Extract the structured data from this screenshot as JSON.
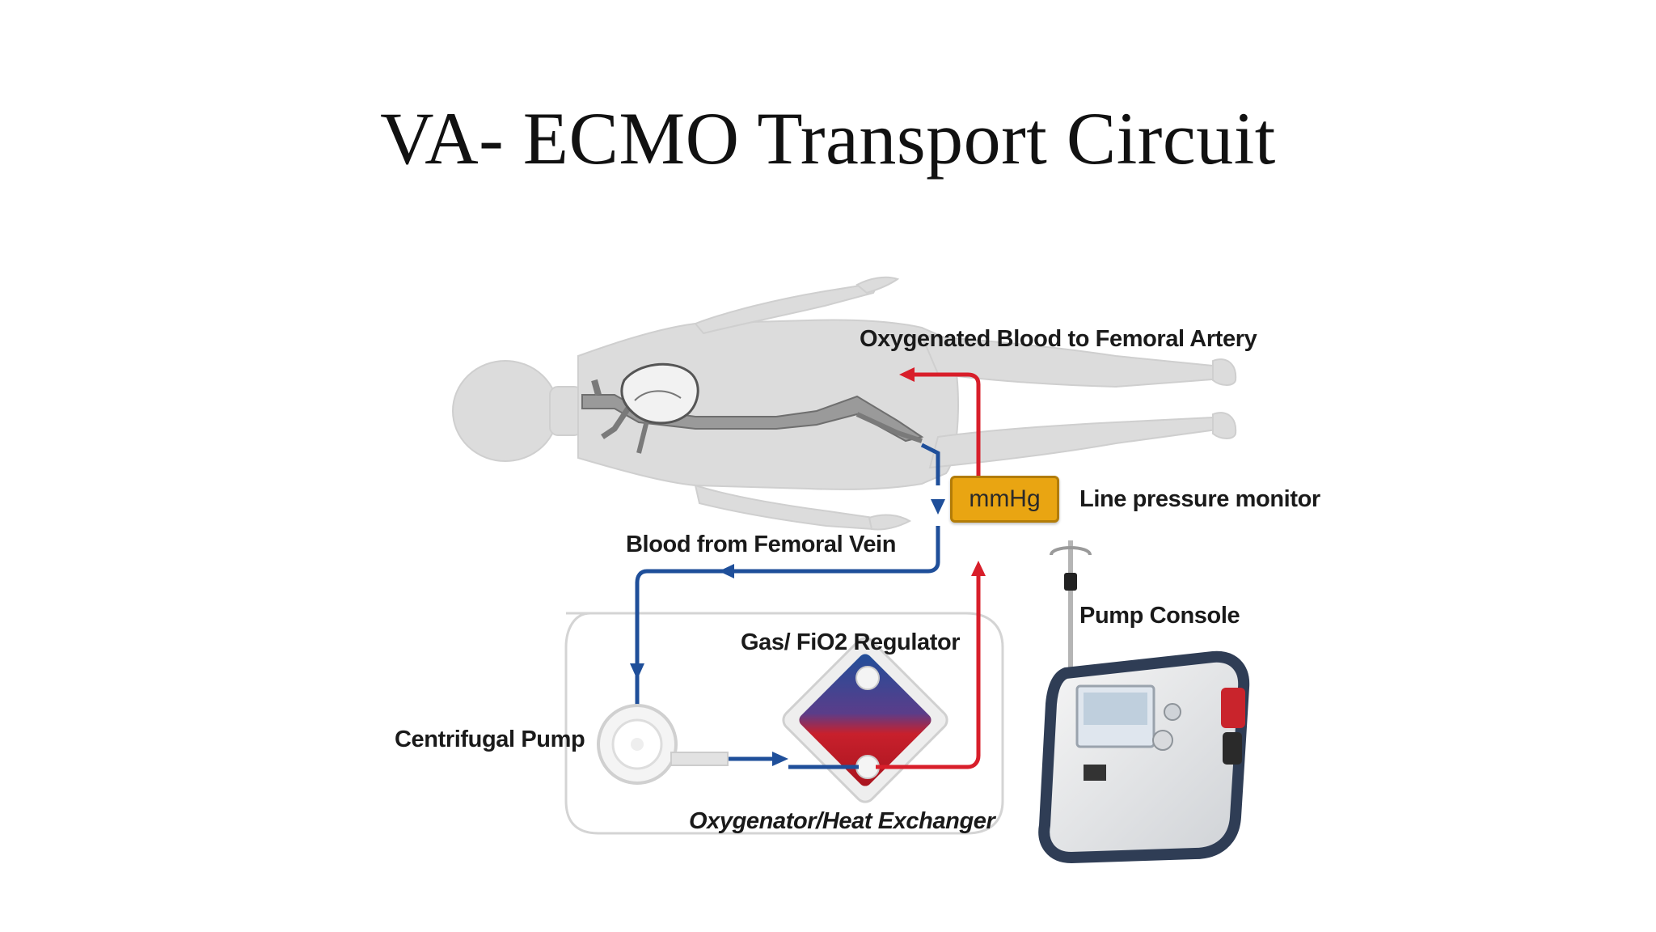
{
  "title": "VA- ECMO Transport Circuit",
  "labels": {
    "arterial": "Oxygenated  Blood to Femoral Artery",
    "pressure_monitor": "Line pressure monitor",
    "pressure_unit": "mmHg",
    "venous": "Blood from Femoral Vein",
    "pump_console": "Pump Console",
    "gas_regulator": "Gas/ FiO2 Regulator",
    "centrifugal_pump": "Centrifugal Pump",
    "oxygenator": "Oxygenator/Heat Exchanger"
  },
  "colors": {
    "oxygenated_line": "#d81e2a",
    "deoxygenated_line": "#1f4f9a",
    "monitor_box": "#e9a512",
    "body_silhouette": "#dcdcdc"
  }
}
